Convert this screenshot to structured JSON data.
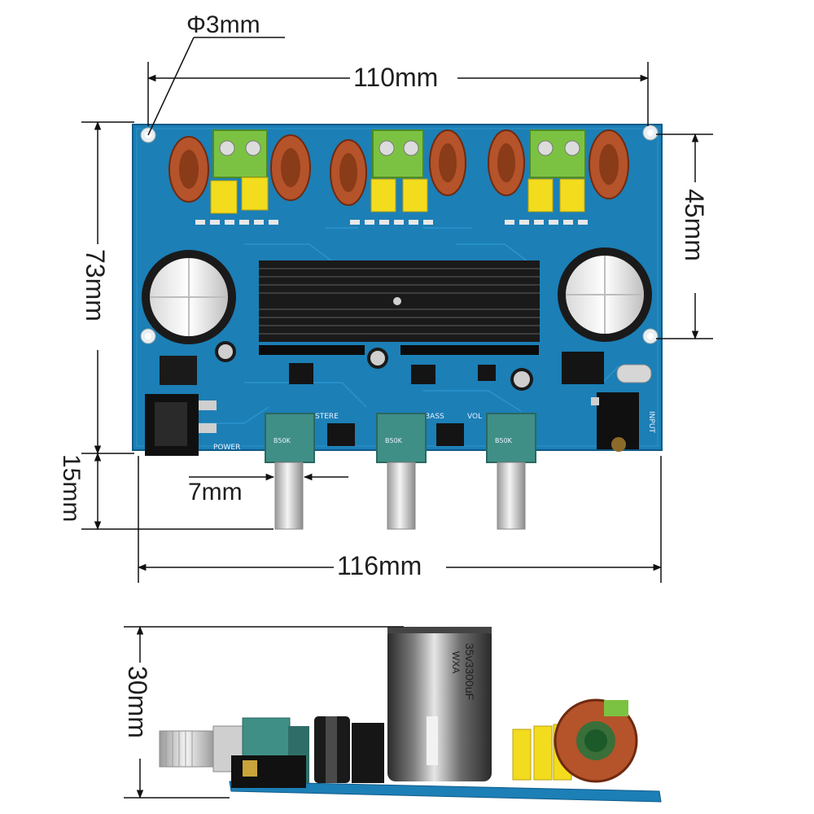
{
  "dimensions": {
    "hole_diameter": "Φ3mm",
    "top_width": "110mm",
    "board_height": "73mm",
    "hole_spacing": "45mm",
    "shaft_width": "7mm",
    "shaft_length": "15mm",
    "total_width": "116mm",
    "side_height": "30mm"
  },
  "board_labels": {
    "power": "POWER",
    "stereo": "STERE",
    "bass": "BASS",
    "vol": "VOL",
    "input": "INPUT",
    "pot_marking": "B50K"
  },
  "capacitor_marking": {
    "rating": "35v3300uF",
    "brand": "WXA"
  },
  "colors": {
    "pcb": "#1c7fb6",
    "pcb_dark": "#14608f",
    "heatsink": "#1a1a1a",
    "terminal": "#7cc242",
    "inductor": "#b5532a",
    "film_cap": "#f3dc1e",
    "pot": "#3f8f86",
    "dimension_line": "#111111"
  }
}
